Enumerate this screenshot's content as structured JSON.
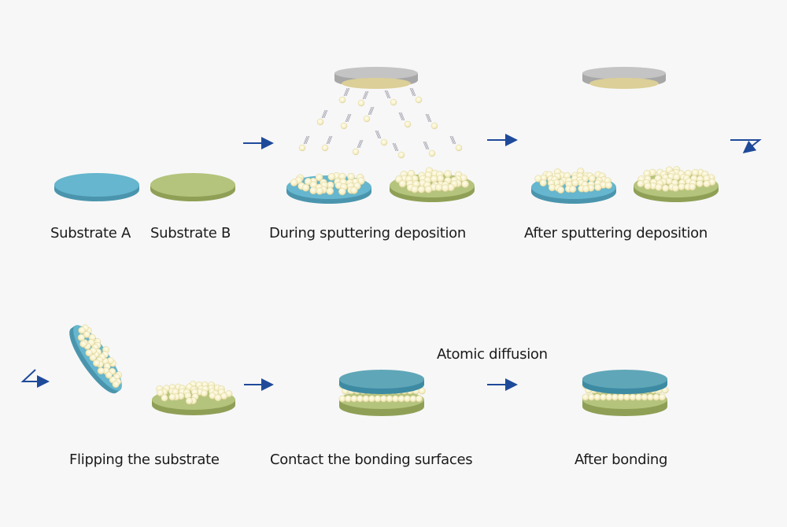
{
  "colors": {
    "background": "#f7f7f7",
    "substrate_a": "#65b6ce",
    "substrate_a_edge": "#4a95ad",
    "substrate_a_bonded": "#5fa6b8",
    "substrate_b": "#b4c47c",
    "substrate_b_edge": "#8fa056",
    "atom": "#f6efc4",
    "atom_core": "#fffbe8",
    "atom_edge": "#d8cf98",
    "target_frame": "#c4c4c4",
    "target_frame_edge": "#a7a7a7",
    "target_material": "#dccf97",
    "arrow": "#1f4a9a",
    "trail": "#9a9aa8",
    "text": "#1a1a1a"
  },
  "steps": [
    {
      "id": "substrates",
      "labels": [
        "Substrate A",
        "Substrate B"
      ]
    },
    {
      "id": "during_sputtering",
      "label": "During sputtering deposition"
    },
    {
      "id": "after_sputtering",
      "label": "After sputtering deposition"
    },
    {
      "id": "flipping",
      "label": "Flipping the substrate"
    },
    {
      "id": "contact",
      "label": "Contact the bonding surfaces"
    },
    {
      "id": "after_bonding",
      "label": "After bonding"
    }
  ],
  "annotations": {
    "atomic_diffusion": "Atomic diffusion"
  }
}
